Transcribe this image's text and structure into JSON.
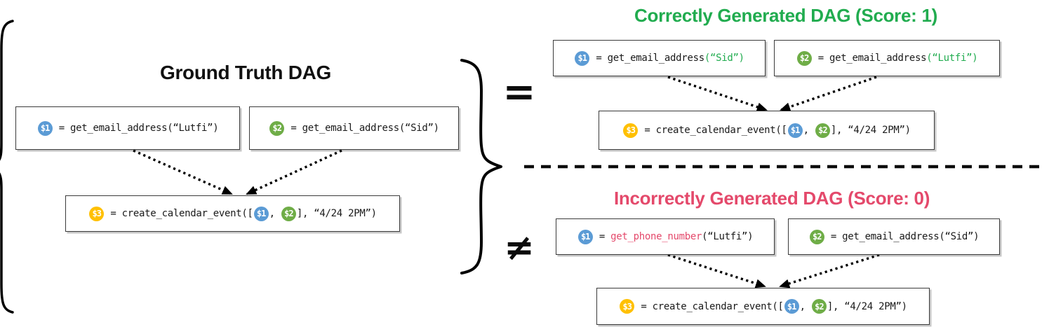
{
  "colors": {
    "blue": "#5B9BD5",
    "green": "#6FAD47",
    "yellow": "#FFC000",
    "correct_green": "#21AC4F",
    "incorrect_red": "#E4496B",
    "code_text": "#1A1A1A"
  },
  "ground_truth": {
    "title": "Ground Truth DAG",
    "nodes": [
      {
        "parts": [
          {
            "chip": "$1",
            "color": "blue"
          },
          {
            "text": " = get_email_address(“Lutfi”)"
          }
        ]
      },
      {
        "parts": [
          {
            "chip": "$2",
            "color": "green"
          },
          {
            "text": " = get_email_address(“Sid”)"
          }
        ]
      },
      {
        "parts": [
          {
            "chip": "$3",
            "color": "yellow"
          },
          {
            "text": " = create_calendar_event(["
          },
          {
            "chip": "$1",
            "color": "blue"
          },
          {
            "text": ", "
          },
          {
            "chip": "$2",
            "color": "green"
          },
          {
            "text": "], “4/24 2PM”)"
          }
        ]
      }
    ]
  },
  "correct": {
    "title": "Correctly Generated DAG (Score: 1)",
    "nodes": [
      {
        "parts": [
          {
            "chip": "$1",
            "color": "blue"
          },
          {
            "text": " = get_email_address"
          },
          {
            "text": "(“Sid”)",
            "color": "correct_green"
          }
        ]
      },
      {
        "parts": [
          {
            "chip": "$2",
            "color": "green"
          },
          {
            "text": " = get_email_address"
          },
          {
            "text": "(“Lutfi”)",
            "color": "correct_green"
          }
        ]
      },
      {
        "parts": [
          {
            "chip": "$3",
            "color": "yellow"
          },
          {
            "text": " = create_calendar_event(["
          },
          {
            "chip": "$1",
            "color": "blue"
          },
          {
            "text": ", "
          },
          {
            "chip": "$2",
            "color": "green"
          },
          {
            "text": "], “4/24 2PM”)"
          }
        ]
      }
    ]
  },
  "incorrect": {
    "title": "Incorrectly Generated DAG (Score: 0)",
    "nodes": [
      {
        "parts": [
          {
            "chip": "$1",
            "color": "blue"
          },
          {
            "text": " = "
          },
          {
            "text": "get_phone_number",
            "color": "incorrect_red"
          },
          {
            "text": "(“Lutfi”)"
          }
        ]
      },
      {
        "parts": [
          {
            "chip": "$2",
            "color": "green"
          },
          {
            "text": " = get_email_address(“Sid”)"
          }
        ]
      },
      {
        "parts": [
          {
            "chip": "$3",
            "color": "yellow"
          },
          {
            "text": " = create_calendar_event(["
          },
          {
            "chip": "$1",
            "color": "blue"
          },
          {
            "text": ", "
          },
          {
            "chip": "$2",
            "color": "green"
          },
          {
            "text": "], “4/24 2PM”)"
          }
        ]
      }
    ]
  },
  "operators": {
    "equals": "=",
    "not_equals": "≠"
  }
}
